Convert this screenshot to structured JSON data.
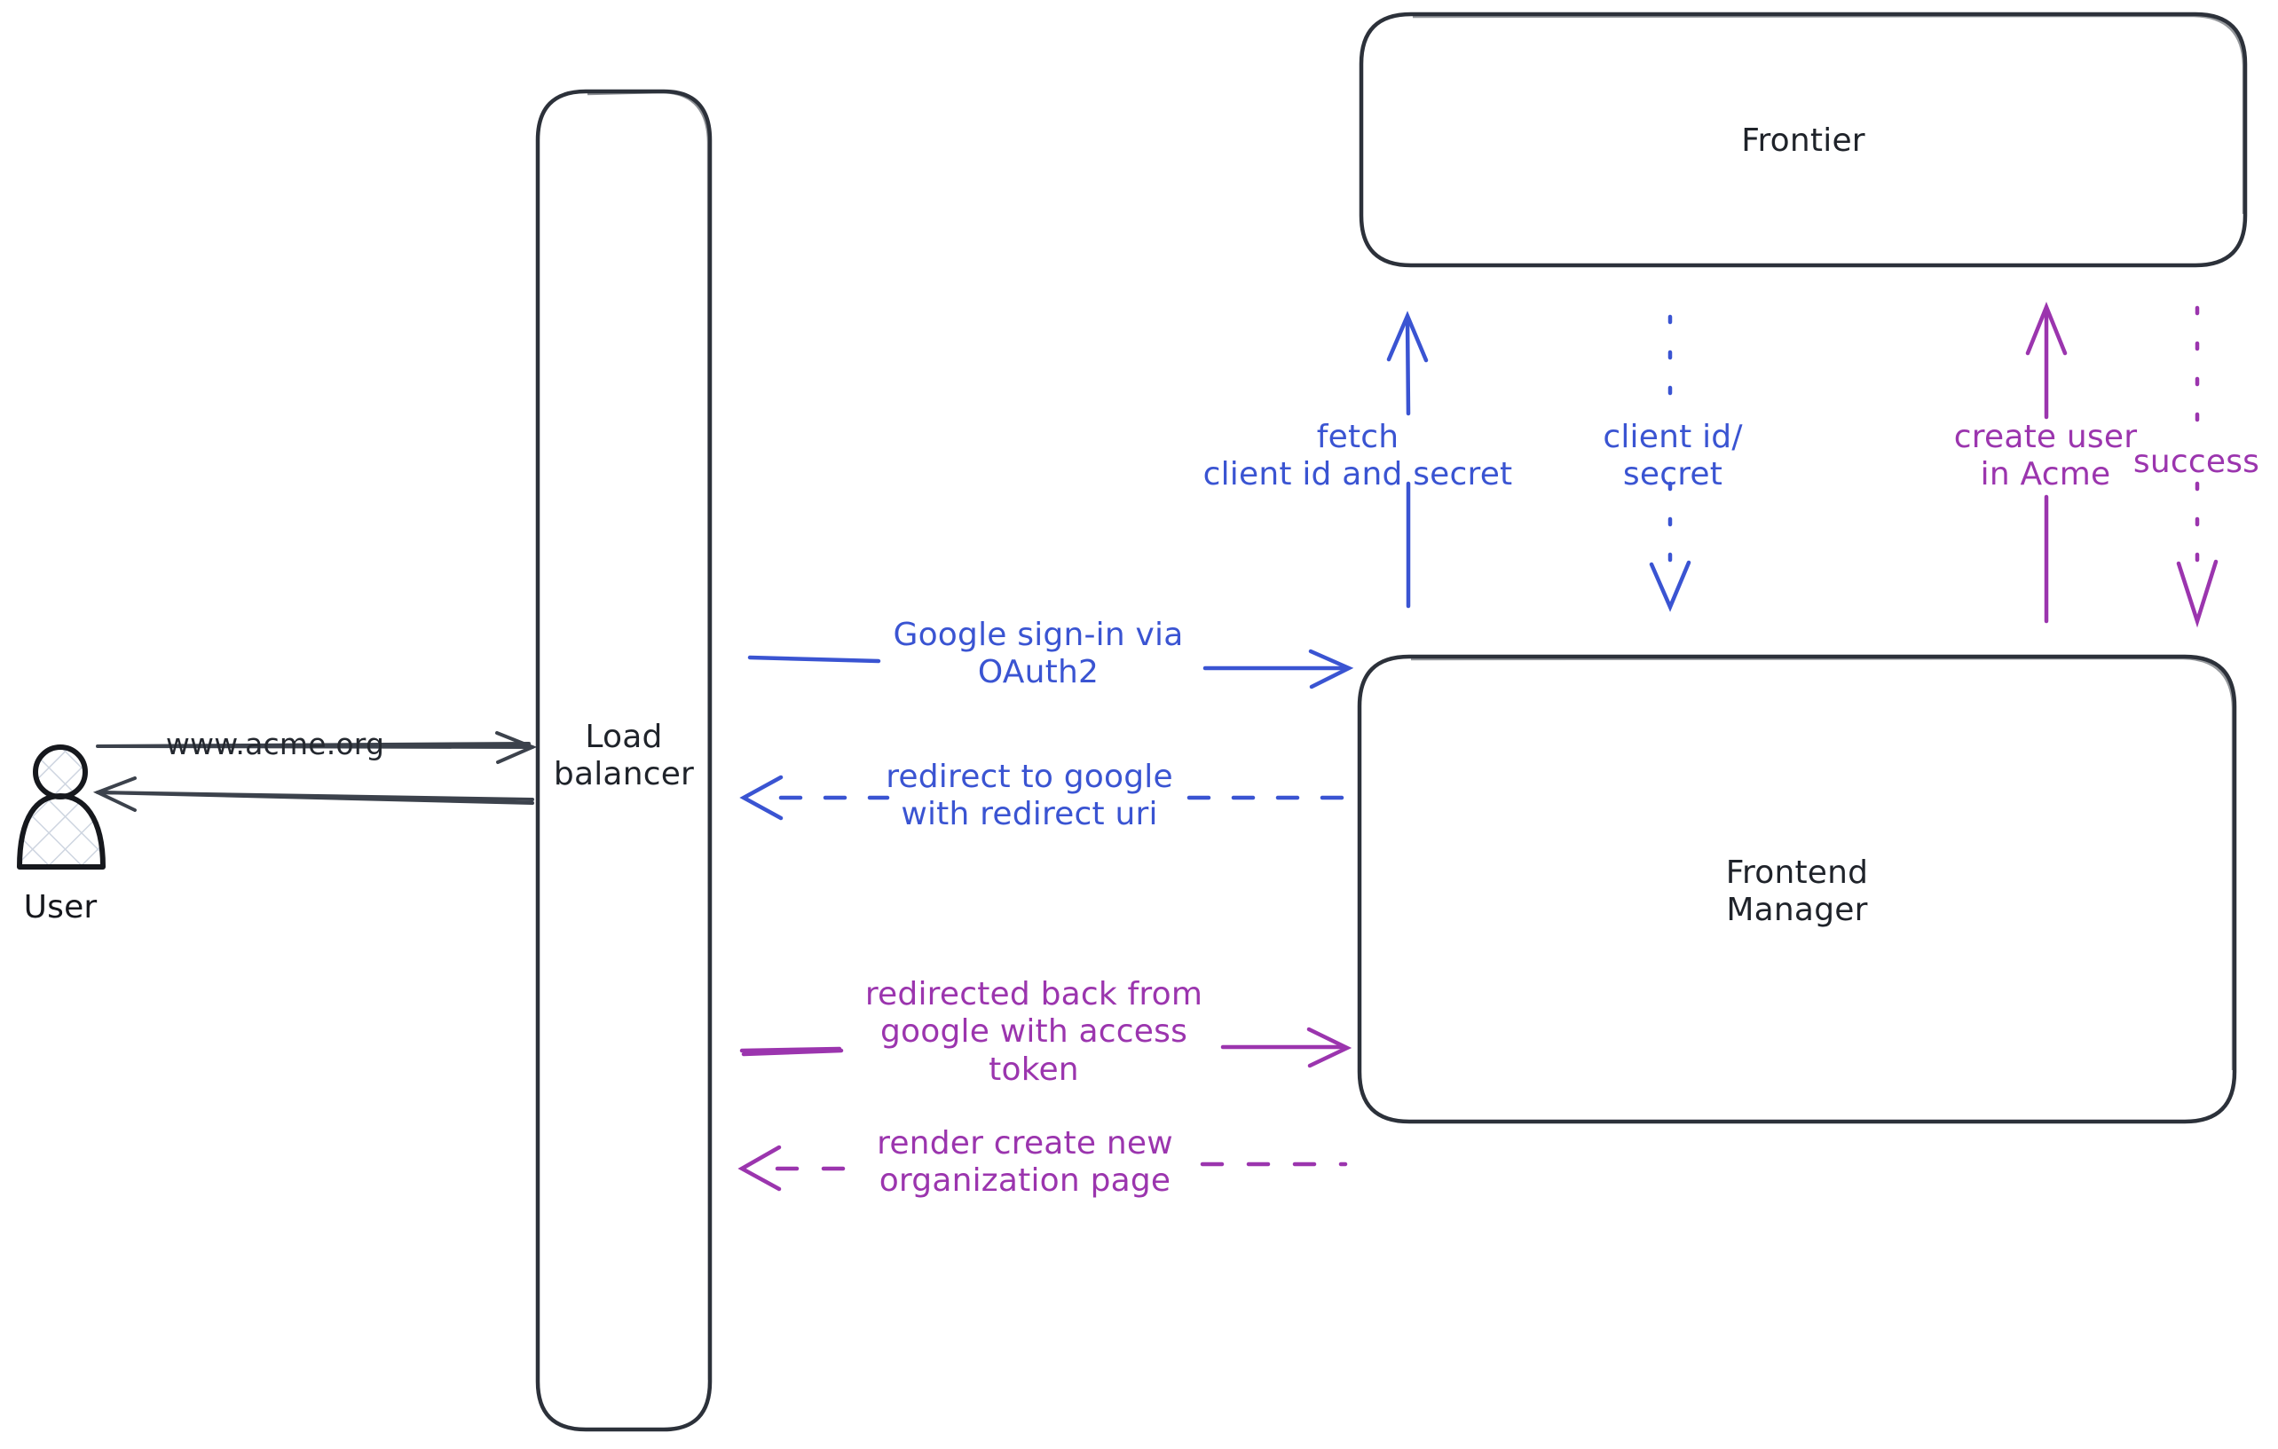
{
  "diagram": {
    "title": "OAuth2 Google sign-in sequence",
    "background": "#ffffff",
    "colors": {
      "stroke_dark": "#24282f",
      "blue": "#3a54d2",
      "purple": "#9b35ae",
      "hatch": "#ced5e0"
    }
  },
  "actors": {
    "user": {
      "label": "User",
      "icon": "user-person-icon"
    }
  },
  "nodes": {
    "load_balancer": {
      "label": "Load\nbalancer"
    },
    "frontier": {
      "label": "Frontier"
    },
    "frontend_manager": {
      "label": "Frontend\nManager"
    }
  },
  "edges": {
    "user_to_lb": {
      "label": "www.acme.org",
      "style": "solid",
      "color": "#24282f",
      "direction": "right"
    },
    "lb_to_user": {
      "label": "",
      "style": "solid",
      "color": "#24282f",
      "direction": "left"
    },
    "fm_to_frontier_fetch": {
      "label": "fetch\nclient id and secret",
      "style": "solid",
      "color": "#3a54d2",
      "direction": "up"
    },
    "frontier_to_fm_creds": {
      "label": "client id/\nsecret",
      "style": "dashed",
      "color": "#3a54d2",
      "direction": "down"
    },
    "fm_to_frontier_create_user": {
      "label": "create user\nin Acme",
      "style": "solid",
      "color": "#9b35ae",
      "direction": "up"
    },
    "frontier_to_fm_success": {
      "label": "success",
      "style": "dashed",
      "color": "#9b35ae",
      "direction": "down"
    },
    "lb_to_fm_signin": {
      "label": "Google sign-in via\nOAuth2",
      "style": "solid",
      "color": "#3a54d2",
      "direction": "right"
    },
    "fm_to_lb_redirect": {
      "label": "redirect to google\nwith redirect uri",
      "style": "dashed",
      "color": "#3a54d2",
      "direction": "left"
    },
    "lb_to_fm_token": {
      "label": "redirected back from\ngoogle with access\ntoken",
      "style": "solid",
      "color": "#9b35ae",
      "direction": "right"
    },
    "fm_to_lb_render": {
      "label": "render create new\norganization page",
      "style": "dashed",
      "color": "#9b35ae",
      "direction": "left"
    }
  }
}
